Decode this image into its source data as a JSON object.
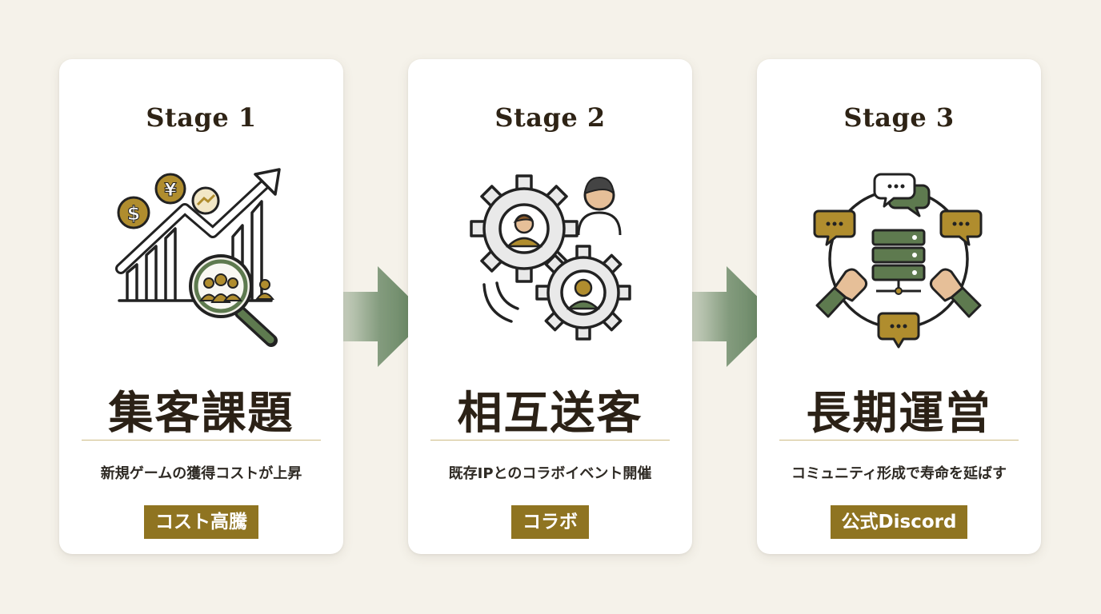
{
  "colors": {
    "background": "#f5f2ea",
    "card": "#ffffff",
    "text": "#2b2116",
    "badge": "#8f7421",
    "divider": "#cdbb85",
    "arrow": "#5d7e59",
    "icon_gold": "#b08d2e",
    "icon_green": "#5e7a4f"
  },
  "stages": [
    {
      "stage": "Stage 1",
      "title": "集客課題",
      "description": "新規ゲームの獲得コストが上昇",
      "badge": "コスト高騰",
      "icon": "growth-chart-magnifier-icon"
    },
    {
      "stage": "Stage 2",
      "title": "相互送客",
      "description": "既存IPとのコラボイベント開催",
      "badge": "コラボ",
      "icon": "gears-people-icon"
    },
    {
      "stage": "Stage 3",
      "title": "長期運営",
      "description": "コミュニティ形成で寿命を延ばす",
      "badge": "公式Discord",
      "icon": "community-server-chat-icon"
    }
  ]
}
